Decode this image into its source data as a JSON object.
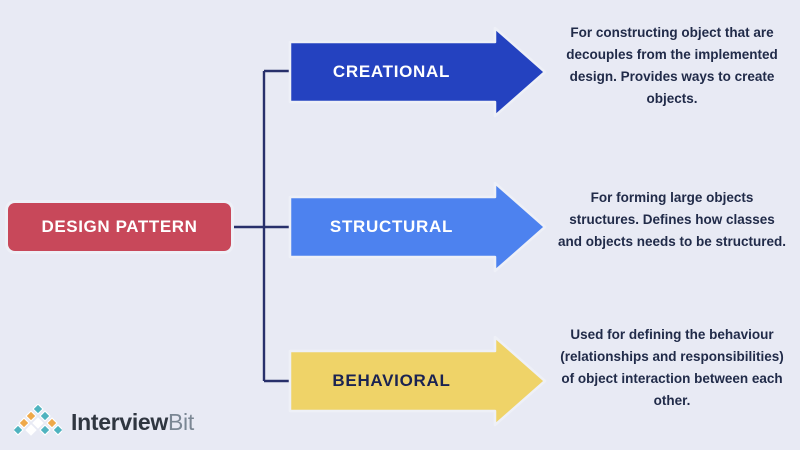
{
  "diagram": {
    "type": "tree-diagram",
    "background_color": "#e8eaf4",
    "root": {
      "label": "DESIGN PATTERN",
      "color": "#c8485a",
      "text_color": "#ffffff"
    },
    "connector_color": "#28306b",
    "branches": [
      {
        "label": "CREATIONAL",
        "color": "#2442c0",
        "text_color": "#ffffff",
        "description": "For constructing object that are decouples from the implemented design. Provides ways to create objects."
      },
      {
        "label": "STRUCTURAL",
        "color": "#4d82ef",
        "text_color": "#ffffff",
        "description": "For forming large objects structures. Defines how classes and objects needs to be structured."
      },
      {
        "label": "BEHAVIORAL",
        "color": "#efd368",
        "text_color": "#1b2352",
        "description": "Used for defining the behaviour (relationships and responsibilities) of object interaction between each other."
      }
    ]
  },
  "logo": {
    "name": "interviewbit-logo",
    "text_primary": "Interview",
    "text_secondary": "Bit",
    "mark_colors": {
      "teal": "#4fb3bf",
      "orange": "#efa94a",
      "white": "#ffffff"
    }
  }
}
